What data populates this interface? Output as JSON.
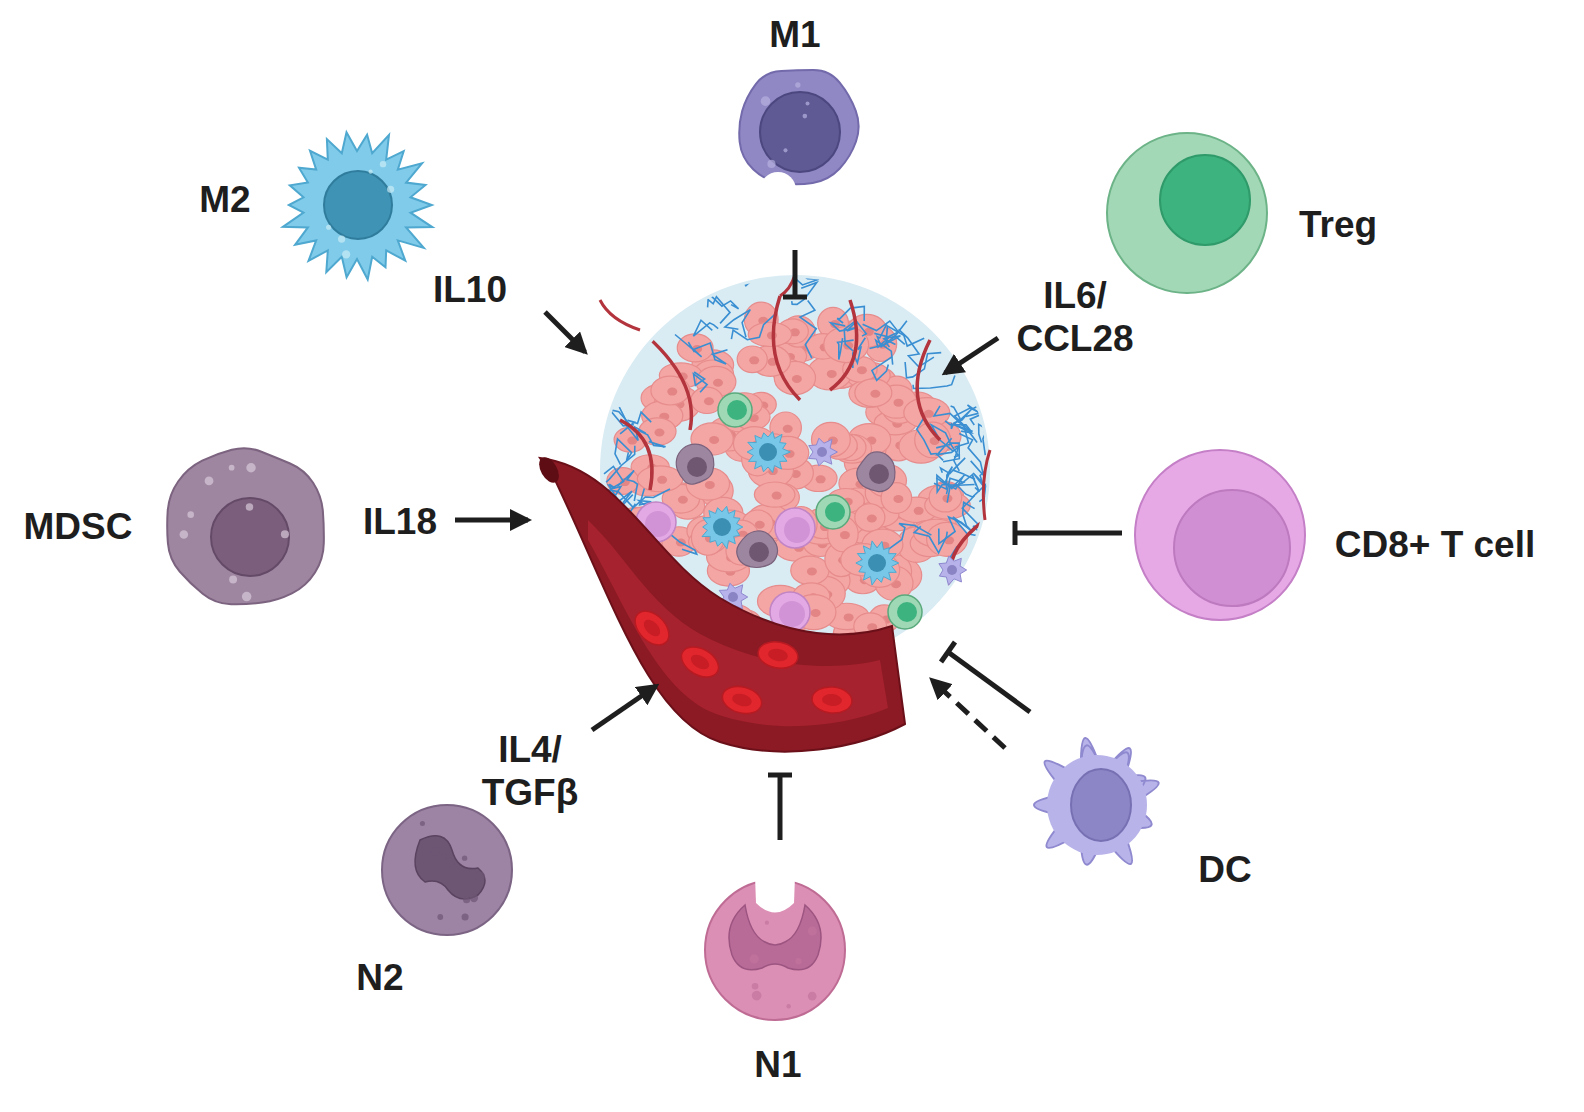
{
  "diagram": {
    "nodes": [
      {
        "text": [
          "M1"
        ]
      },
      {
        "text": [
          "M2"
        ]
      },
      {
        "text": [
          "Treg"
        ]
      },
      {
        "text": [
          "MDSC"
        ]
      },
      {
        "text": [
          "CD8+ T cell"
        ]
      },
      {
        "text": [
          "DC"
        ]
      },
      {
        "text": [
          "N2"
        ]
      },
      {
        "text": [
          "N1"
        ]
      }
    ],
    "labels": [
      "IL10",
      "IL6/ CCL28",
      "IL18",
      "IL4/ TGFβ"
    ]
  }
}
